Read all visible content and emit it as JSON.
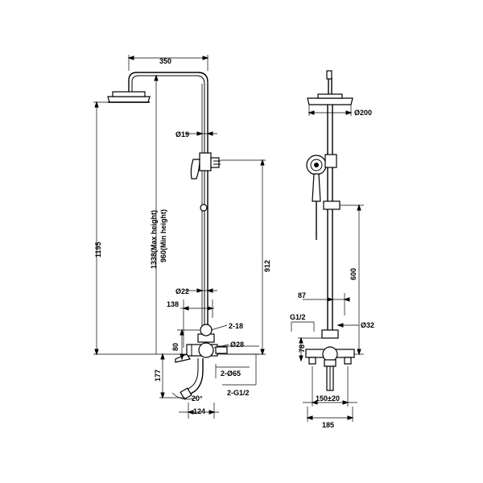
{
  "dimensions": {
    "top_span": "350",
    "head_height": "1195",
    "max_height": "1338(Max height)",
    "min_height": "960(Min height)",
    "pipe_dia_upper": "Ø19",
    "pipe_dia_lower": "Ø22",
    "slider_travel": "912",
    "spout_reach": "138",
    "connector_count": "2-18",
    "mixer_height": "80",
    "mixer_dia": "Ø28",
    "floor_offset": "177",
    "flange_dia": "2-Ø65",
    "inlet_thread": "2-G1/2",
    "spout_angle": "20°",
    "spout_length": "124",
    "head_dia": "Ø200",
    "handset_height": "600",
    "wall_offset": "87",
    "thread_side": "G1/2",
    "pipe_dia_side": "Ø32",
    "mixer_side_height": "78",
    "centers": "150±20",
    "overall_width": "185"
  }
}
